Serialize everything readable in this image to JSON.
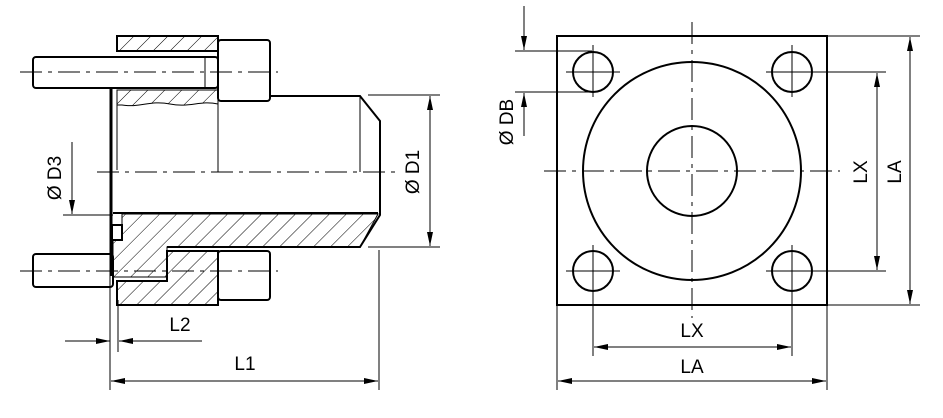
{
  "side_view": {
    "labels": {
      "d1": "Ø D1",
      "d3": "Ø D3",
      "l1": "L1",
      "l2": "L2"
    }
  },
  "front_view": {
    "labels": {
      "db": "Ø DB",
      "lx_h": "LX",
      "la_h": "LA",
      "lx_v": "LX",
      "la_v": "LA"
    }
  },
  "colors": {
    "line": "#000000",
    "background": "#ffffff"
  }
}
